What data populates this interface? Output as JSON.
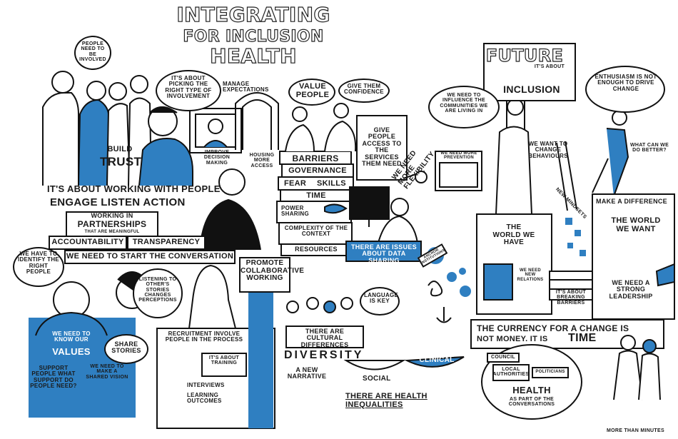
{
  "title": {
    "line1": "INTEGRATING",
    "line2": "FOR INCLUSION",
    "line3": "HEALTH"
  },
  "colors": {
    "accent": "#2f7fc1",
    "ink": "#111111"
  },
  "bubbles": {
    "people_involved": "PEOPLE NEED TO BE INVOLVED",
    "picking": "IT'S ABOUT PICKING THE RIGHT TYPE OF INVOLVEMENT",
    "manage_expectations": "MANAGE EXPECTATIONS",
    "improve_decision": "IMPROVE DECISION MAKING",
    "housing": "HOUSING MORE ACCESS",
    "value_people": "VALUE PEOPLE",
    "give_confidence": "GIVE THEM CONFIDENCE",
    "give_access": "GIVE PEOPLE ACCESS TO THE SERVICES THEM NEED",
    "influence": "WE NEED TO INFLUENCE THE COMMUNITIES WE ARE LIVING IN",
    "enthusiasm": "ENTHUSIASM IS NOT ENOUGH TO DRIVE CHANGE",
    "do_better": "WHAT CAN WE DO BETTER?",
    "identify": "WE HAVE TO IDENTIFY THE RIGHT PEOPLE",
    "listening": "LISTENING TO OTHER'S STORIES CHANGES PERCEPTIONS",
    "language": "LANGUAGE IS KEY",
    "share_stories": "SHARE STORIES",
    "know_values": "WE NEED TO KNOW OUR",
    "values": "VALUES"
  },
  "signs": {
    "future": "FUTURE",
    "about": "IT'S ABOUT",
    "inclusion": "INCLUSION",
    "build": "BUILD",
    "trust": "TRUST",
    "prevention": "WE NEED MORE PREVENTION",
    "change_behaviours": "WE WANT TO CHANGE BEHAVIOURS",
    "new_mindsets": "NEW MINDSETS",
    "flexibility": "WE NEED MORE FLEXIBILITY"
  },
  "statements": {
    "working_people": "IT'S ABOUT WORKING WITH PEOPLE",
    "engage": "ENGAGE LISTEN ACTION",
    "partnerships1": "WORKING IN",
    "partnerships2": "PARTNERSHIPS",
    "partnerships3": "THAT ARE MEANINGFUL",
    "accountability": "ACCOUNTABILITY",
    "transparency": "TRANSPARENCY",
    "conversation": "WE NEED TO START THE CONVERSATION",
    "promote": "PROMOTE COLLABORATIVE WORKING",
    "data_sharing": "THERE ARE ISSUES ABOUT DATA SHARING",
    "cultural": "THERE ARE CULTURAL DIFFERENCES",
    "diversity": "DIVERSITY",
    "narrative": "A NEW NARRATIVE",
    "inequalities": "THERE ARE HEALTH INEQUALITIES",
    "social": "SOCIAL",
    "clinical": "CLINICAL",
    "recruitment": "RECRUITMENT INVOLVE PEOPLE IN THE PROCESS",
    "training": "IT'S ABOUT TRAINING",
    "interviews": "INTERVIEWS",
    "learning": "LEARNING OUTCOMES",
    "support": "SUPPORT PEOPLE WHAT SUPPORT DO PEOPLE NEED?",
    "shared_vision": "WE NEED TO MAKE A SHARED VISION",
    "world_have": "THE WORLD WE HAVE",
    "new_relations": "WE NEED NEW RELATIONS",
    "breaking": "IT'S ABOUT BREAKING BARRIERS",
    "make_difference": "MAKE A DIFFERENCE",
    "world_want": "THE WORLD WE WANT",
    "leadership": "WE NEED A STRONG LEADERSHIP",
    "currency1": "THE CURRENCY FOR A CHANGE IS",
    "currency2": "NOT MONEY. IT IS",
    "time_word": "TIME",
    "council": "COUNCIL",
    "local_auth": "LOCAL AUTHORITIES",
    "politicians": "POLITICIANS",
    "health": "HEALTH",
    "health_sub": "AS PART OF THE CONVERSATIONS",
    "anchor": "ANCHOR INSTITUTIONS",
    "signature": "MORE THAN MINUTES"
  },
  "barriers": [
    "BARRIERS",
    "GOVERNANCE",
    "FEAR",
    "SKILLS",
    "TIME",
    "POWER SHARING",
    "COMPLEXITY OF THE CONTEXT",
    "RESOURCES"
  ]
}
